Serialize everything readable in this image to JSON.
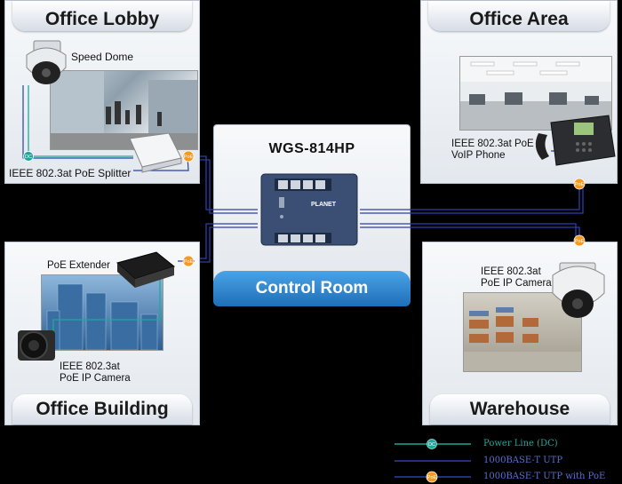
{
  "panels": {
    "office_lobby": {
      "title": "Office Lobby",
      "speed_dome": "Speed Dome",
      "splitter": "IEEE 802.3at PoE Splitter"
    },
    "office_area": {
      "title": "Office Area",
      "phone_line1": "IEEE 802.3at PoE",
      "phone_line2": "VoIP Phone"
    },
    "office_building": {
      "title": "Office Building",
      "extender": "PoE Extender",
      "camera_line1": "IEEE 802.3at",
      "camera_line2": "PoE IP Camera"
    },
    "warehouse": {
      "title": "Warehouse",
      "camera_line1": "IEEE 802.3at",
      "camera_line2": "PoE IP Camera"
    }
  },
  "switch": {
    "model": "WGS-814HP",
    "room": "Control Room",
    "brand": "PLANET"
  },
  "badges": {
    "poe": "PoE",
    "dc": "DC"
  },
  "legend": [
    {
      "label": "Power Line (DC)",
      "color": "#1fa89a",
      "badge": "DC"
    },
    {
      "label": "1000BASE-T UTP",
      "color": "#2a3fa8",
      "badge": ""
    },
    {
      "label": "1000BASE-T UTP with PoE",
      "color": "#2a3fa8",
      "badge": "PoE"
    }
  ],
  "colors": {
    "utp": "#2a3fa8",
    "dc": "#1fa89a",
    "poe_badge": "#f39a1f",
    "control_room": "#2a86d4"
  }
}
